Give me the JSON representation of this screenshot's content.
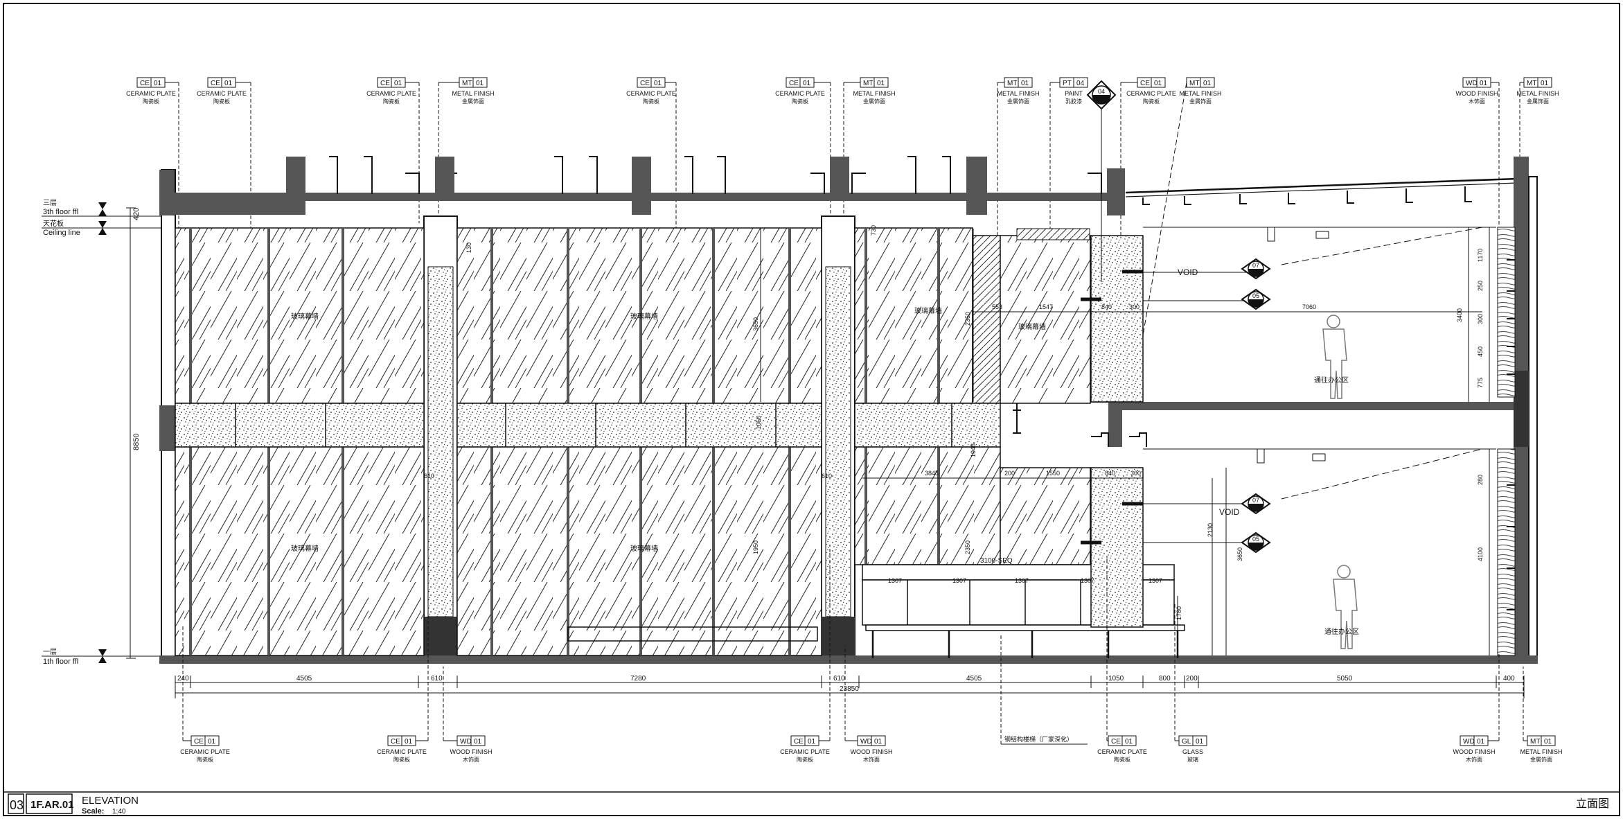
{
  "title_block": {
    "sheet_number": "03",
    "drawing_code": "1F.AR.01",
    "title": "ELEVATION",
    "scale_label": "Scale:",
    "scale_value": "1:40",
    "title_cn": "立面图"
  },
  "levels": [
    {
      "cn": "三层",
      "en": "3th floor ffl"
    },
    {
      "cn": "天花板",
      "en": "Ceiling line"
    },
    {
      "cn": "一层",
      "en": "1th floor ffl"
    }
  ],
  "top_tags": [
    {
      "code": "CE",
      "num": "01",
      "en": "CERAMIC PLATE",
      "cn": "陶瓷板"
    },
    {
      "code": "CE",
      "num": "01",
      "en": "CERAMIC PLATE",
      "cn": "陶瓷板"
    },
    {
      "code": "CE",
      "num": "01",
      "en": "CERAMIC PLATE",
      "cn": "陶瓷板"
    },
    {
      "code": "MT",
      "num": "01",
      "en": "METAL FINISH",
      "cn": "金属饰面"
    },
    {
      "code": "CE",
      "num": "01",
      "en": "CERAMIC PLATE",
      "cn": "陶瓷板"
    },
    {
      "code": "CE",
      "num": "01",
      "en": "CERAMIC PLATE",
      "cn": "陶瓷板"
    },
    {
      "code": "MT",
      "num": "01",
      "en": "METAL FINISH",
      "cn": "金属饰面"
    },
    {
      "code": "MT",
      "num": "01",
      "en": "METAL FINISH",
      "cn": "金属饰面"
    },
    {
      "code": "PT",
      "num": "04",
      "en": "PAINT",
      "cn": "乳胶漆"
    },
    {
      "code": "CE",
      "num": "01",
      "en": "CERAMIC PLATE",
      "cn": "陶瓷板"
    },
    {
      "code": "MT",
      "num": "01",
      "en": "METAL FINISH",
      "cn": "金属饰面"
    },
    {
      "code": "WD",
      "num": "01",
      "en": "WOOD FINISH",
      "cn": "木饰面"
    },
    {
      "code": "MT",
      "num": "01",
      "en": "METAL FINISH",
      "cn": "金属饰面"
    }
  ],
  "bottom_tags": [
    {
      "code": "CE",
      "num": "01",
      "en": "CERAMIC PLATE",
      "cn": "陶瓷板"
    },
    {
      "code": "CE",
      "num": "01",
      "en": "CERAMIC PLATE",
      "cn": "陶瓷板"
    },
    {
      "code": "WD",
      "num": "01",
      "en": "WOOD FINISH",
      "cn": "木饰面"
    },
    {
      "code": "CE",
      "num": "01",
      "en": "CERAMIC PLATE",
      "cn": "陶瓷板"
    },
    {
      "code": "WD",
      "num": "01",
      "en": "WOOD FINISH",
      "cn": "木饰面"
    },
    {
      "code": "",
      "num": "",
      "en": "",
      "cn": "钢结构楼梯（厂家深化）"
    },
    {
      "code": "CE",
      "num": "01",
      "en": "CERAMIC PLATE",
      "cn": "陶瓷板"
    },
    {
      "code": "GL",
      "num": "01",
      "en": "GLASS",
      "cn": "玻璃"
    },
    {
      "code": "WD",
      "num": "01",
      "en": "WOOD FINISH",
      "cn": "木饰面"
    },
    {
      "code": "MT",
      "num": "01",
      "en": "METAL FINISH",
      "cn": "金属饰面"
    }
  ],
  "section_markers": [
    {
      "num": "04"
    },
    {
      "num": "07"
    },
    {
      "num": "05"
    },
    {
      "num": "07"
    },
    {
      "num": "05"
    }
  ],
  "bottom_dims": [
    "240",
    "4505",
    "610",
    "7280",
    "610",
    "4505",
    "1050",
    "800",
    "200",
    "5050",
    "400"
  ],
  "overall_dim": "23850",
  "left_dims": [
    "420",
    "8850"
  ],
  "inner_dims": {
    "upper": [
      "553",
      "1547",
      "840",
      "300",
      "7060",
      "3400",
      "3650",
      "2350",
      "1170",
      "250",
      "300",
      "450",
      "775"
    ],
    "lower": [
      "3845",
      "200",
      "1550",
      "840",
      "300",
      "2130",
      "3650",
      "1950",
      "1307",
      "1307",
      "1307",
      "1307",
      "1307",
      "4100",
      "2350",
      "280",
      "1948",
      "1050",
      "610",
      "610",
      "730",
      "130",
      "1780"
    ]
  },
  "void_label": "VOID",
  "glass_notes": [
    "玻璃幕墙",
    "玻璃幕墙",
    "玻璃幕墙",
    "玻璃幕墙",
    "玻璃幕墙",
    "玻璃幕墙"
  ],
  "stair_note": "3100-SEQ",
  "area_labels": [
    "通往办公区",
    "通往办公区"
  ]
}
